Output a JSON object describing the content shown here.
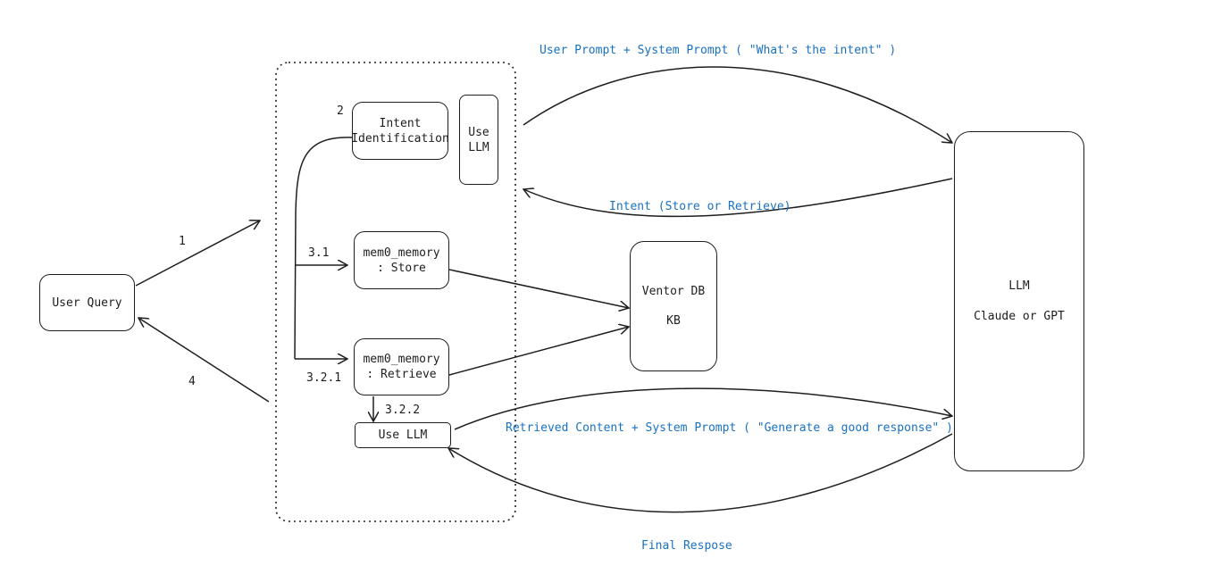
{
  "nodes": {
    "user_query": "User Query",
    "intent_identification": [
      "Intent",
      "Identification"
    ],
    "use_llm_top": [
      "Use",
      "LLM"
    ],
    "mem0_store": [
      "mem0_memory",
      ": Store"
    ],
    "mem0_retrieve": [
      "mem0_memory",
      ": Retrieve"
    ],
    "use_llm_bottom": "Use LLM",
    "vector_db": [
      "Ventor DB",
      "KB"
    ],
    "llm": [
      "LLM",
      "Claude or GPT"
    ]
  },
  "step_labels": {
    "s1": "1",
    "s2": "2",
    "s3_1": "3.1",
    "s3_2_1": "3.2.1",
    "s3_2_2": "3.2.2",
    "s4": "4"
  },
  "edge_labels": {
    "to_llm_intent": "User Prompt + System Prompt ( \"What's the intent\" )",
    "intent_back": "Intent (Store or Retrieve)",
    "to_llm_response": "Retrieved Content + System Prompt ( \"Generate a good response\" )",
    "final_response": "Final Respose"
  },
  "colors": {
    "stroke": "#1e1e1e",
    "edge_label": "#1971c2"
  }
}
